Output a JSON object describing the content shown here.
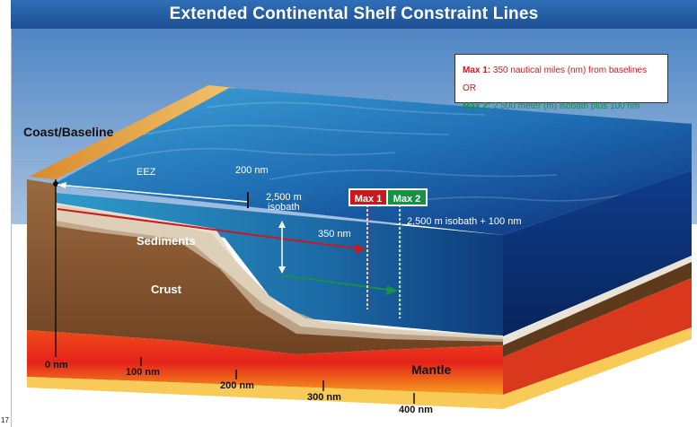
{
  "title": "Extended Continental Shelf Constraint Lines",
  "legend": {
    "max1_label": "Max 1:",
    "max1_text": " 350 nautical miles (nm) from baselines OR",
    "max2_label": "Max 2:",
    "max2_text": " 2,500 meter (m) isobath plus 100 nm",
    "max1_color": "#c9191f",
    "max2_color": "#169145"
  },
  "labels": {
    "coast": "Coast/Baseline",
    "eez": "EEZ",
    "nm200": "200 nm",
    "isobath_line1": "2,500 m",
    "isobath_line2": "isobath",
    "sediments": "Sediments",
    "crust": "Crust",
    "mantle": "Mantle",
    "nm350": "350 nm",
    "isobath_plus": "2,500 m isobath + 100 nm"
  },
  "tags": {
    "max1": "Max 1",
    "max2": "Max 2"
  },
  "distance_scale": [
    "0 nm",
    "100 nm",
    "200 nm",
    "300 nm",
    "400 nm"
  ],
  "page_number": "17"
}
